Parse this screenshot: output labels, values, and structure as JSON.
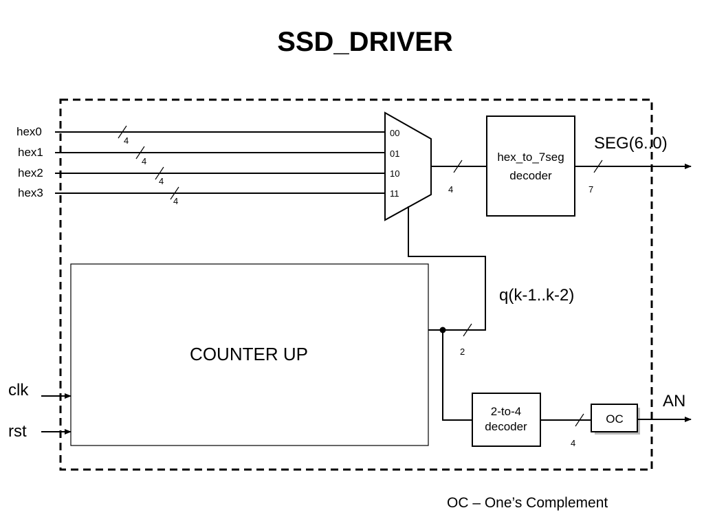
{
  "title": "SSD_DRIVER",
  "inputs": {
    "hex0": "hex0",
    "hex1": "hex1",
    "hex2": "hex2",
    "hex3": "hex3",
    "clk": "clk",
    "rst": "rst"
  },
  "bus_widths": {
    "hex0": "4",
    "hex1": "4",
    "hex2": "4",
    "hex3": "4",
    "mux_out": "4",
    "seg_out": "7",
    "counter_out": "2",
    "decoder_out": "4"
  },
  "mux": {
    "sel0": "00",
    "sel1": "01",
    "sel2": "10",
    "sel3": "11"
  },
  "blocks": {
    "hex_decoder_line1": "hex_to_7seg",
    "hex_decoder_line2": "decoder",
    "counter": "COUNTER UP",
    "decoder24_line1": "2-to-4",
    "decoder24_line2": "decoder",
    "oc": "OC"
  },
  "outputs": {
    "seg": "SEG(6..0)",
    "an": "AN"
  },
  "select_label": "q(k-1..k-2)",
  "footnote": "OC – One’s Complement"
}
